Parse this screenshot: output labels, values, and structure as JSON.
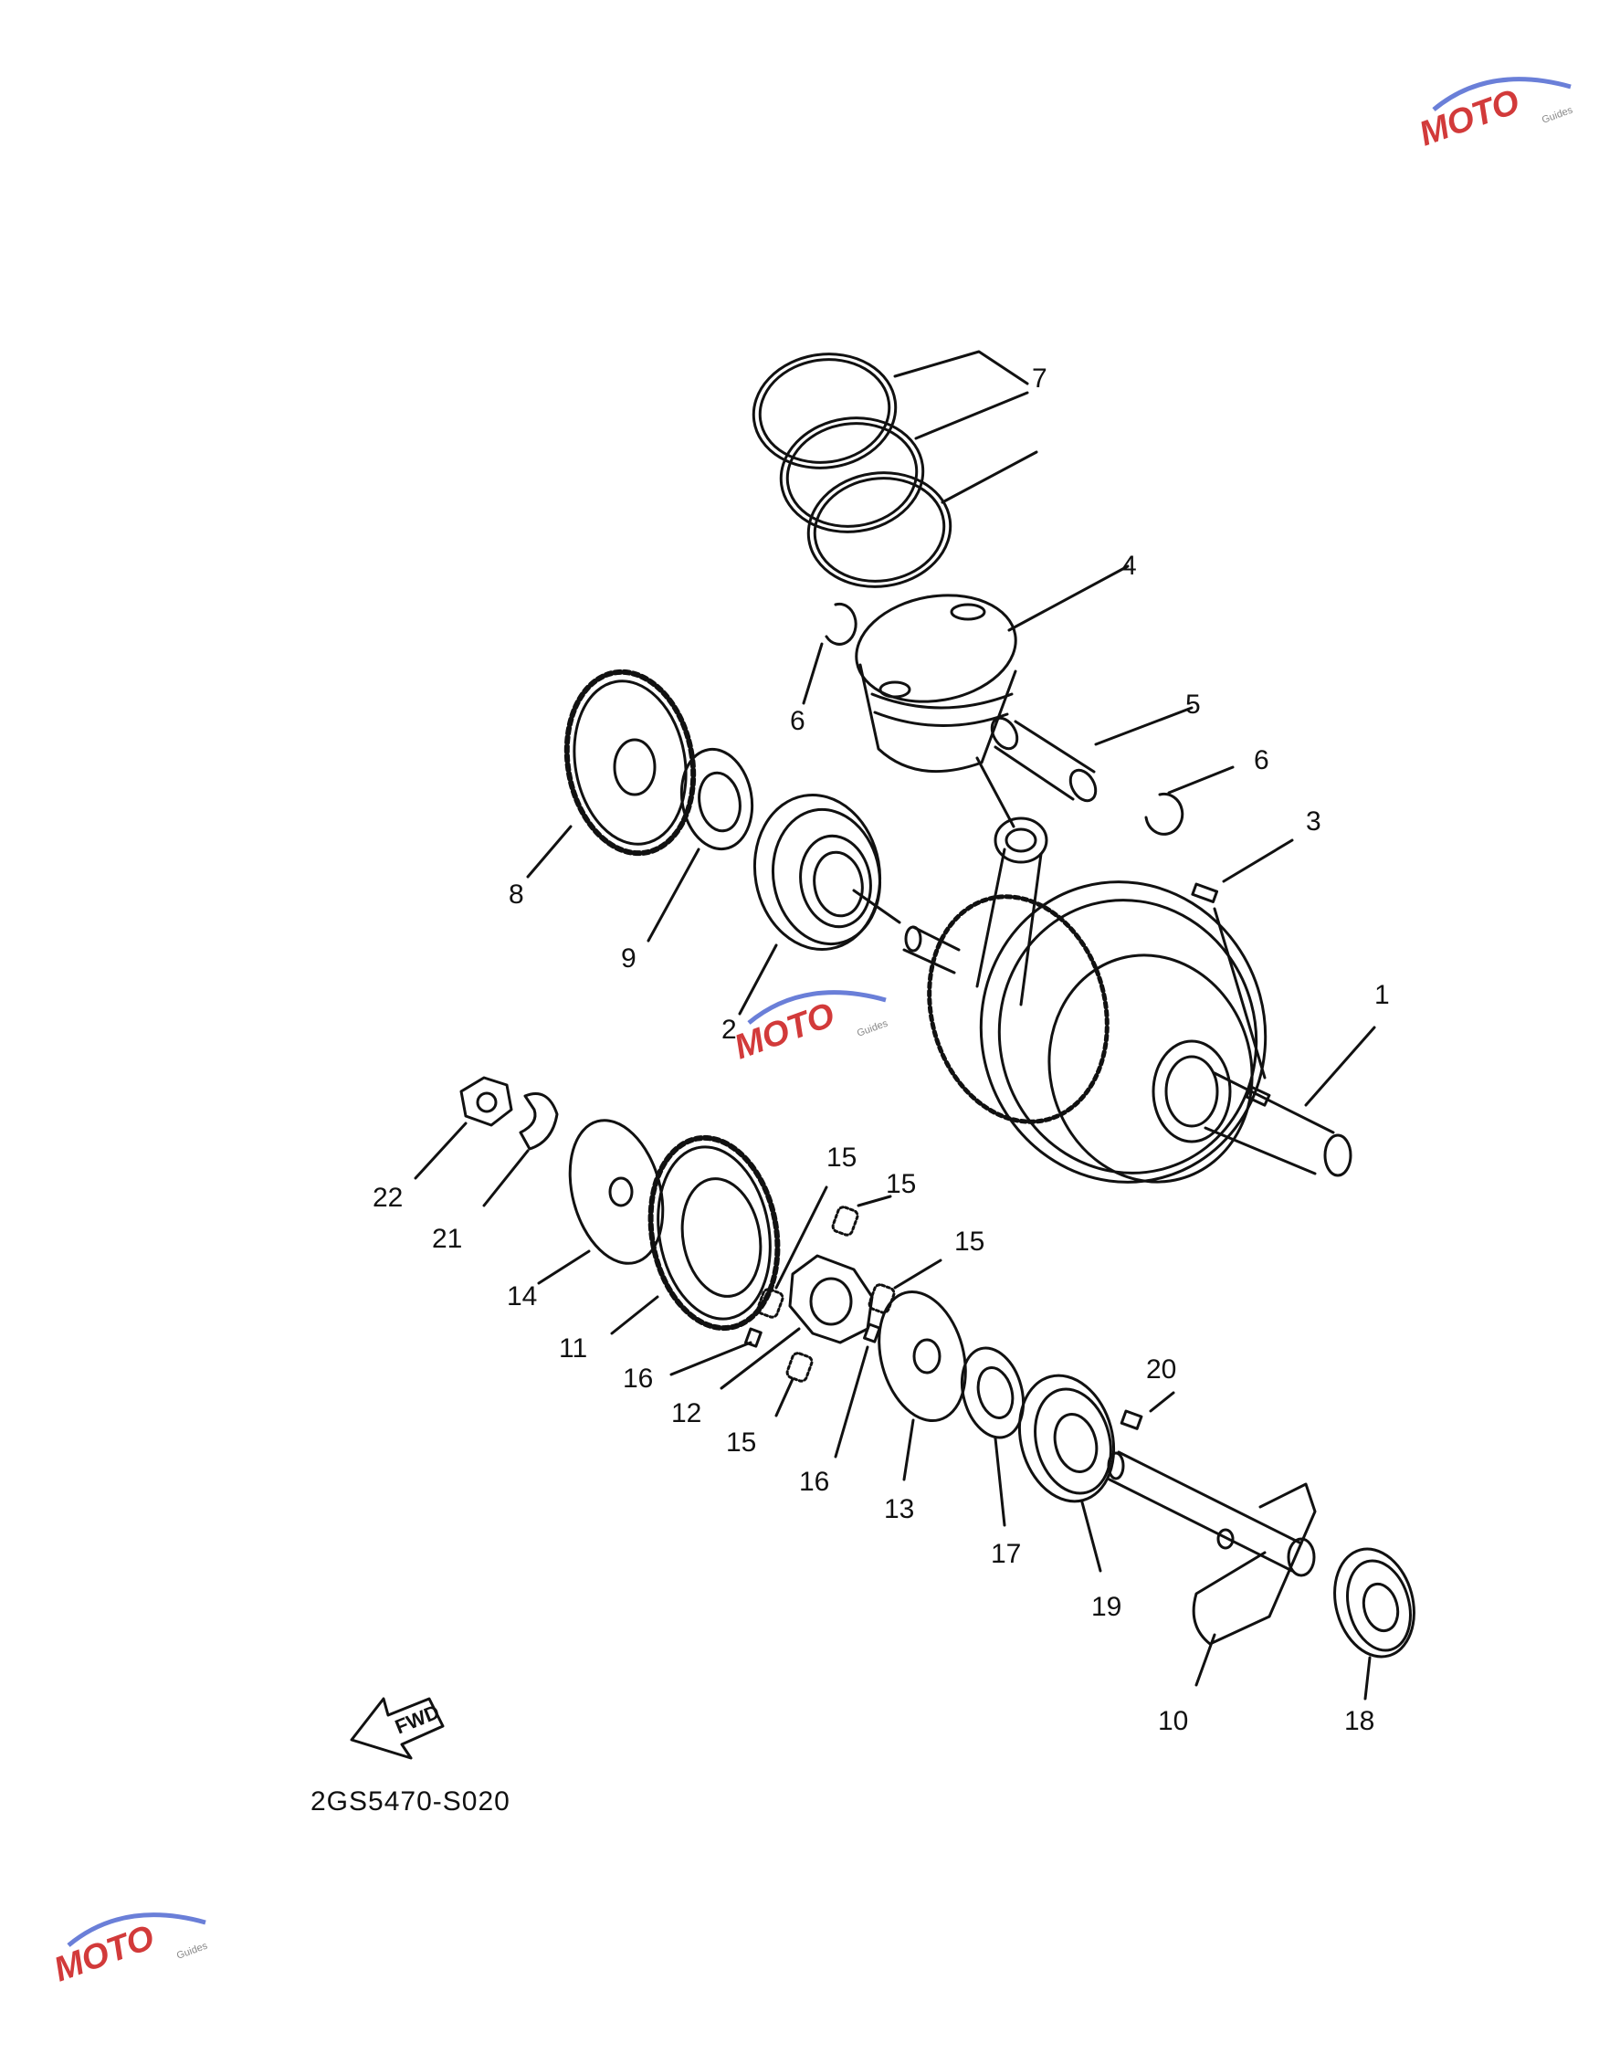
{
  "diagram": {
    "part_code": "2GS5470-S020",
    "fwd_label": "FWD",
    "watermark": {
      "brand": "MOTO",
      "sub": "Guides"
    },
    "callouts": [
      {
        "id": "c7",
        "label": "7"
      },
      {
        "id": "c4",
        "label": "4"
      },
      {
        "id": "c6a",
        "label": "6"
      },
      {
        "id": "c5",
        "label": "5"
      },
      {
        "id": "c6b",
        "label": "6"
      },
      {
        "id": "c3",
        "label": "3"
      },
      {
        "id": "c8",
        "label": "8"
      },
      {
        "id": "c9",
        "label": "9"
      },
      {
        "id": "c2",
        "label": "2"
      },
      {
        "id": "c1",
        "label": "1"
      },
      {
        "id": "c22",
        "label": "22"
      },
      {
        "id": "c21",
        "label": "21"
      },
      {
        "id": "c14",
        "label": "14"
      },
      {
        "id": "c11",
        "label": "11"
      },
      {
        "id": "c15a",
        "label": "15"
      },
      {
        "id": "c15b",
        "label": "15"
      },
      {
        "id": "c15c",
        "label": "15"
      },
      {
        "id": "c16a",
        "label": "16"
      },
      {
        "id": "c12",
        "label": "12"
      },
      {
        "id": "c15d",
        "label": "15"
      },
      {
        "id": "c16b",
        "label": "16"
      },
      {
        "id": "c13",
        "label": "13"
      },
      {
        "id": "c17",
        "label": "17"
      },
      {
        "id": "c20",
        "label": "20"
      },
      {
        "id": "c19",
        "label": "19"
      },
      {
        "id": "c10",
        "label": "10"
      },
      {
        "id": "c18",
        "label": "18"
      }
    ]
  }
}
